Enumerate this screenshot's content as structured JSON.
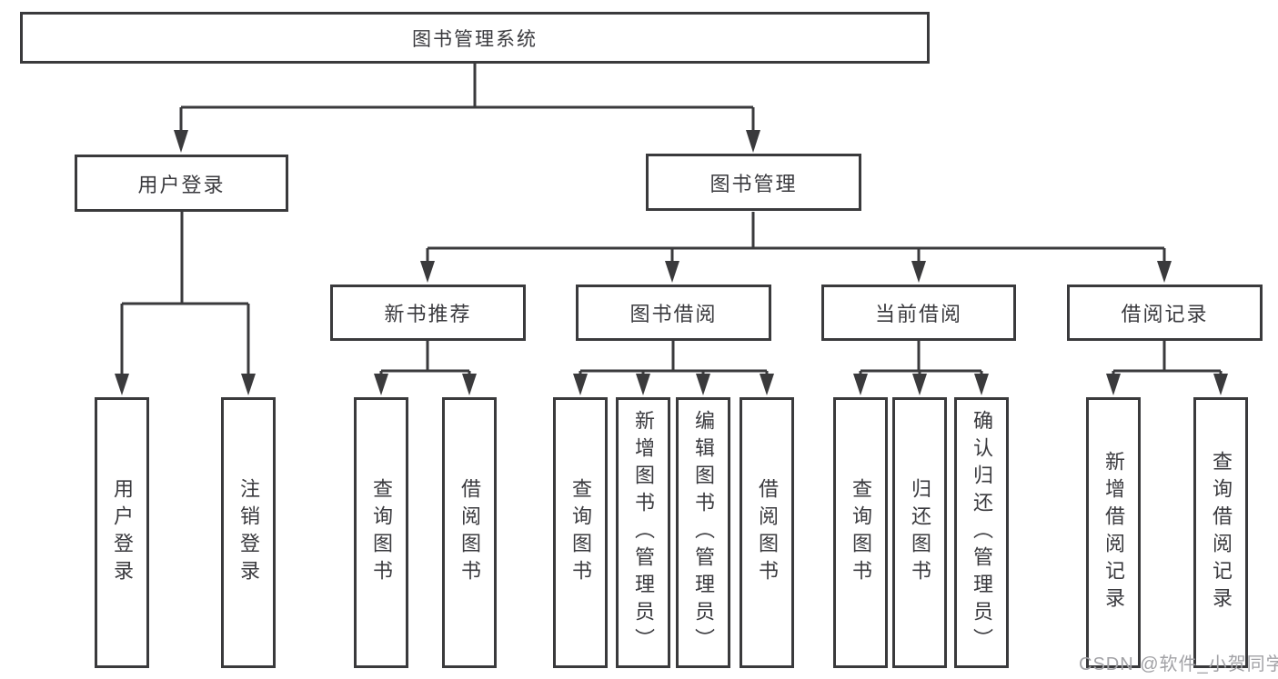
{
  "tree": {
    "label": "图书管理系统",
    "children": [
      {
        "label": "用户登录",
        "children": [
          {
            "label": "用户登录"
          },
          {
            "label": "注销登录"
          }
        ]
      },
      {
        "label": "图书管理",
        "children": [
          {
            "label": "新书推荐",
            "children": [
              {
                "label": "查询图书"
              },
              {
                "label": "借阅图书"
              }
            ]
          },
          {
            "label": "图书借阅",
            "children": [
              {
                "label": "查询图书"
              },
              {
                "label": "新增图书（管理员）"
              },
              {
                "label": "编辑图书（管理员）"
              },
              {
                "label": "借阅图书"
              }
            ]
          },
          {
            "label": "当前借阅",
            "children": [
              {
                "label": "查询图书"
              },
              {
                "label": "归还图书"
              },
              {
                "label": "确认归还（管理员）"
              }
            ]
          },
          {
            "label": "借阅记录",
            "children": [
              {
                "label": "新增借阅记录"
              },
              {
                "label": "查询借阅记录"
              }
            ]
          }
        ]
      }
    ]
  },
  "watermark": "CSDN @软件_小贺同学",
  "colors": {
    "line": "#3a3a3c",
    "text": "#3a3a3e",
    "watermark": "#a2a2a6"
  }
}
